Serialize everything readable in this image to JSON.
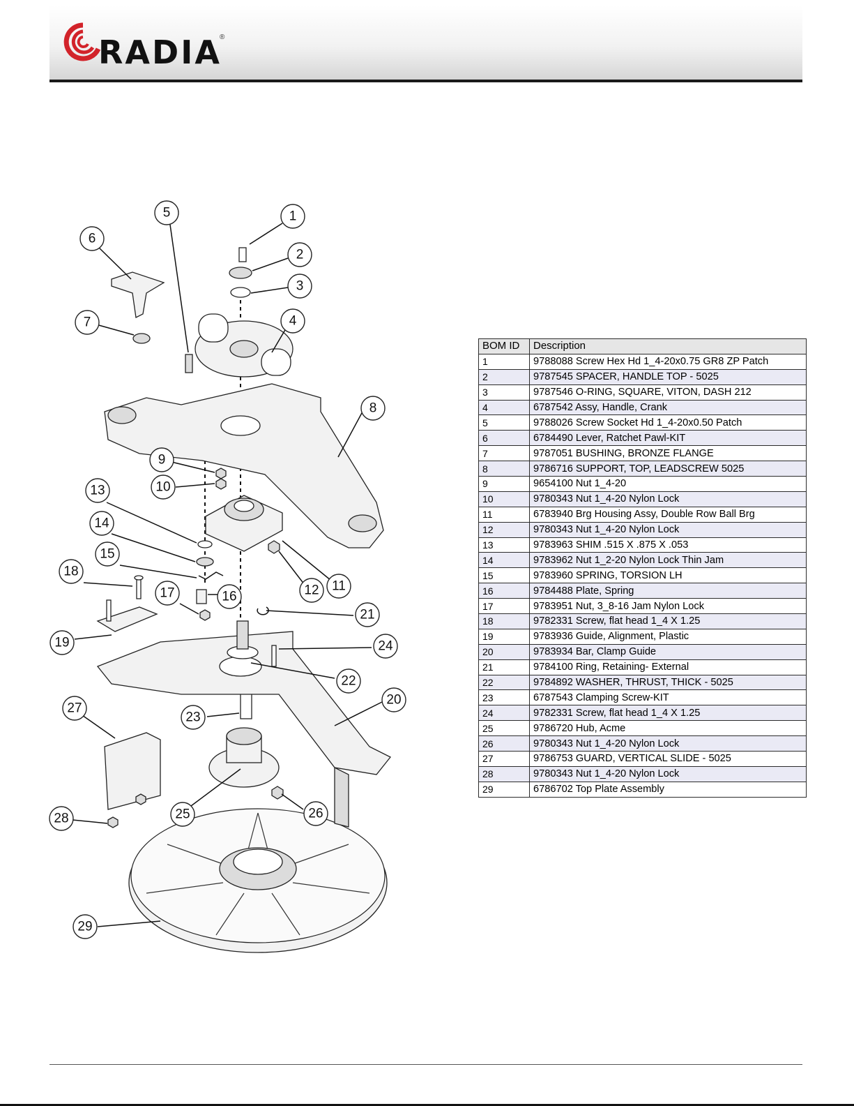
{
  "brand": {
    "name": "RADIA",
    "registered": "®",
    "accent_color": "#d2232a"
  },
  "diagram": {
    "callouts": [
      "1",
      "2",
      "3",
      "4",
      "5",
      "6",
      "7",
      "8",
      "9",
      "10",
      "11",
      "12",
      "13",
      "14",
      "15",
      "16",
      "17",
      "18",
      "19",
      "20",
      "21",
      "22",
      "23",
      "24",
      "25",
      "26",
      "27",
      "28",
      "29"
    ]
  },
  "bom": {
    "headers": [
      "BOM ID",
      "Description"
    ],
    "rows": [
      {
        "id": "1",
        "desc": "9788088 Screw Hex Hd 1_4-20x0.75 GR8 ZP Patch"
      },
      {
        "id": "2",
        "desc": "9787545  SPACER, HANDLE TOP - 5025"
      },
      {
        "id": "3",
        "desc": "9787546 O-RING, SQUARE, VITON, DASH 212"
      },
      {
        "id": "4",
        "desc": "6787542 Assy, Handle, Crank"
      },
      {
        "id": "5",
        "desc": "9788026 Screw Socket Hd 1_4-20x0.50 Patch"
      },
      {
        "id": "6",
        "desc": "6784490 Lever, Ratchet Pawl-KIT"
      },
      {
        "id": "7",
        "desc": "9787051 BUSHING, BRONZE FLANGE"
      },
      {
        "id": "8",
        "desc": "9786716 SUPPORT, TOP, LEADSCREW 5025"
      },
      {
        "id": "9",
        "desc": "9654100 Nut 1_4-20"
      },
      {
        "id": "10",
        "desc": "9780343 Nut 1_4-20 Nylon Lock"
      },
      {
        "id": "11",
        "desc": "6783940 Brg Housing Assy, Double Row Ball Brg"
      },
      {
        "id": "12",
        "desc": "9780343 Nut 1_4-20 Nylon Lock"
      },
      {
        "id": "13",
        "desc": "9783963 SHIM .515 X .875 X .053"
      },
      {
        "id": "14",
        "desc": "9783962 Nut 1_2-20 Nylon Lock Thin Jam"
      },
      {
        "id": "15",
        "desc": "9783960 SPRING, TORSION LH"
      },
      {
        "id": "16",
        "desc": "9784488 Plate, Spring"
      },
      {
        "id": "17",
        "desc": "9783951 Nut, 3_8-16 Jam Nylon Lock"
      },
      {
        "id": "18",
        "desc": "9782331 Screw, flat head 1_4 X  1.25"
      },
      {
        "id": "19",
        "desc": "9783936 Guide, Alignment, Plastic"
      },
      {
        "id": "20",
        "desc": "9783934 Bar, Clamp Guide"
      },
      {
        "id": "21",
        "desc": "9784100 Ring,  Retaining- External"
      },
      {
        "id": "22",
        "desc": "9784892 WASHER, THRUST, THICK - 5025"
      },
      {
        "id": "23",
        "desc": "6787543 Clamping Screw-KIT"
      },
      {
        "id": "24",
        "desc": "9782331 Screw, flat head 1_4 X  1.25"
      },
      {
        "id": "25",
        "desc": "9786720 Hub, Acme"
      },
      {
        "id": "26",
        "desc": "9780343 Nut 1_4-20 Nylon Lock"
      },
      {
        "id": "27",
        "desc": "9786753 GUARD, VERTICAL SLIDE - 5025"
      },
      {
        "id": "28",
        "desc": "9780343 Nut 1_4-20 Nylon Lock"
      },
      {
        "id": "29",
        "desc": "6786702 Top Plate Assembly"
      }
    ]
  }
}
